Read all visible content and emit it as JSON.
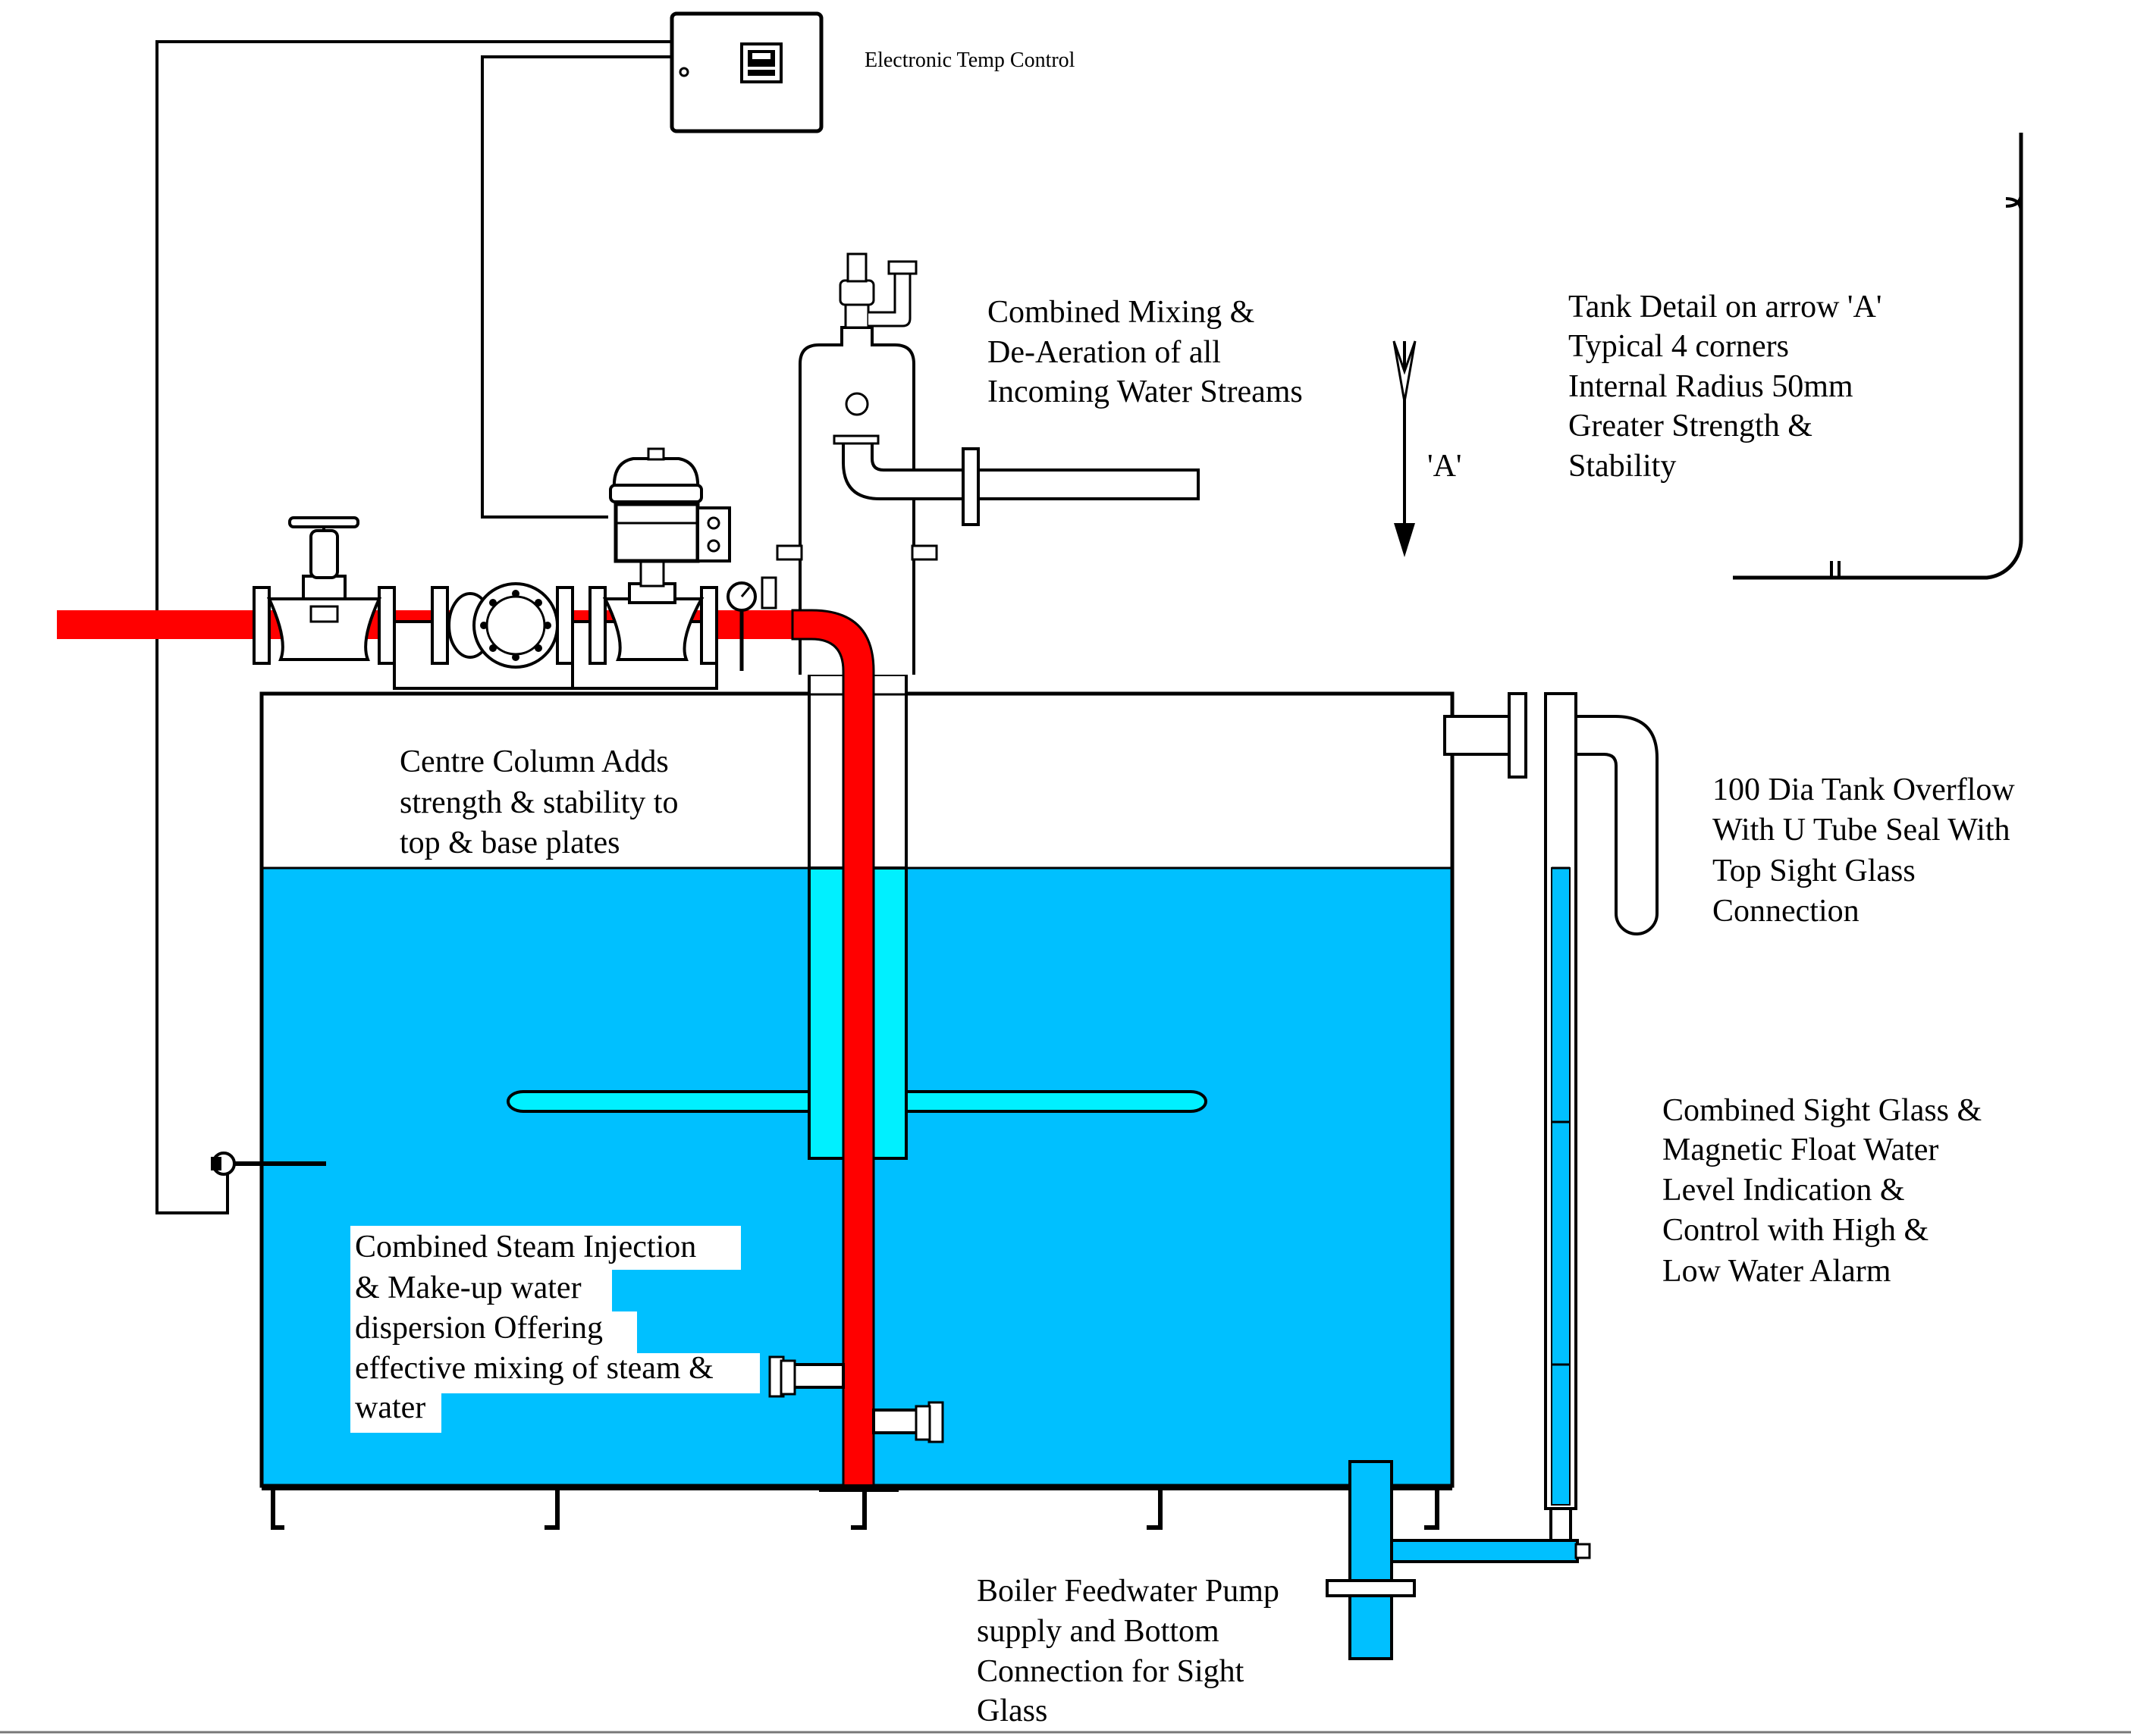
{
  "colors": {
    "water": "#00c0ff",
    "water_light": "#00f0ff",
    "steam": "#ff0000",
    "column_white": "#ffffff",
    "outline": "#000000"
  },
  "icons": [
    "temp-controller-display-icon",
    "globe-valve-icon",
    "strainer-icon",
    "control-valve-icon",
    "pressure-gauge-icon",
    "temperature-probe-icon",
    "check-valve-icon",
    "air-vent-icon",
    "direction-arrow-icon"
  ],
  "labels": {
    "temp_control": "Electronic Temp Control",
    "mixing": [
      "Combined Mixing &",
      "De-Aeration of all",
      "Incoming Water Streams"
    ],
    "arrow": "'A'",
    "tank_detail": [
      "Tank Detail on arrow 'A'",
      "Typical 4 corners",
      "Internal Radius 50mm",
      "Greater Strength &",
      "Stability"
    ],
    "centre_column": [
      "Centre Column Adds",
      "strength & stability to",
      "top & base plates"
    ],
    "overflow": [
      "100 Dia Tank Overflow",
      "With U Tube Seal With",
      "Top Sight Glass",
      "Connection"
    ],
    "sight_glass": [
      "Combined Sight Glass &",
      "Magnetic Float Water",
      "Level Indication &",
      "Control with High &",
      "Low Water Alarm"
    ],
    "steam_injection": [
      "Combined Steam Injection",
      "& Make-up water",
      "dispersion Offering",
      "effective mixing of steam &",
      "water"
    ],
    "feedwater": [
      "Boiler Feedwater Pump",
      "supply and Bottom",
      "Connection for Sight",
      "Glass"
    ]
  }
}
